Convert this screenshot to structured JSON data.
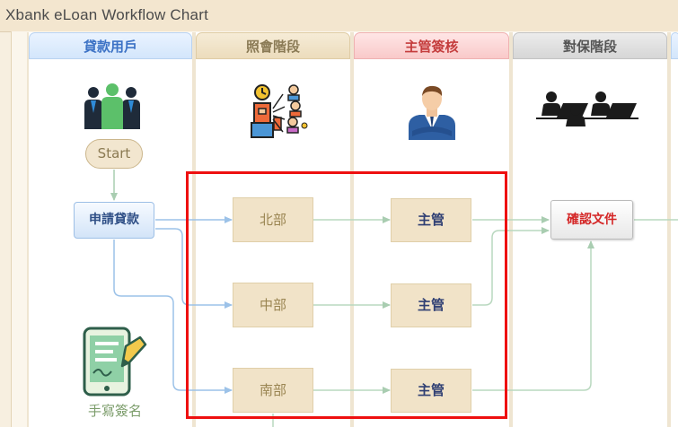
{
  "window": {
    "title": "Xbank eLoan Workflow Chart"
  },
  "lanes": [
    {
      "id": "applicant",
      "label": "貸款用戶"
    },
    {
      "id": "inquiry",
      "label": "照會階段"
    },
    {
      "id": "supervisor",
      "label": "主管簽核"
    },
    {
      "id": "verification",
      "label": "對保階段"
    }
  ],
  "nodes": {
    "start": "Start",
    "apply": "申請貸款",
    "north": "北部",
    "central": "中部",
    "south": "南部",
    "mgr_north": "主管",
    "mgr_central": "主管",
    "mgr_south": "主管",
    "confirm": "確認文件",
    "sign": "手寫簽名"
  },
  "icons": {
    "applicant": "group-users-icon",
    "inquiry": "workflow-people-icon",
    "supervisor": "manager-icon",
    "verification": "meeting-icon",
    "sign": "mobile-signature-icon"
  },
  "colors": {
    "highlight": "#ee1010",
    "connector_blue": "#9cc2e8",
    "connector_green": "#b9d8bf",
    "confirm_text": "#d42626"
  }
}
